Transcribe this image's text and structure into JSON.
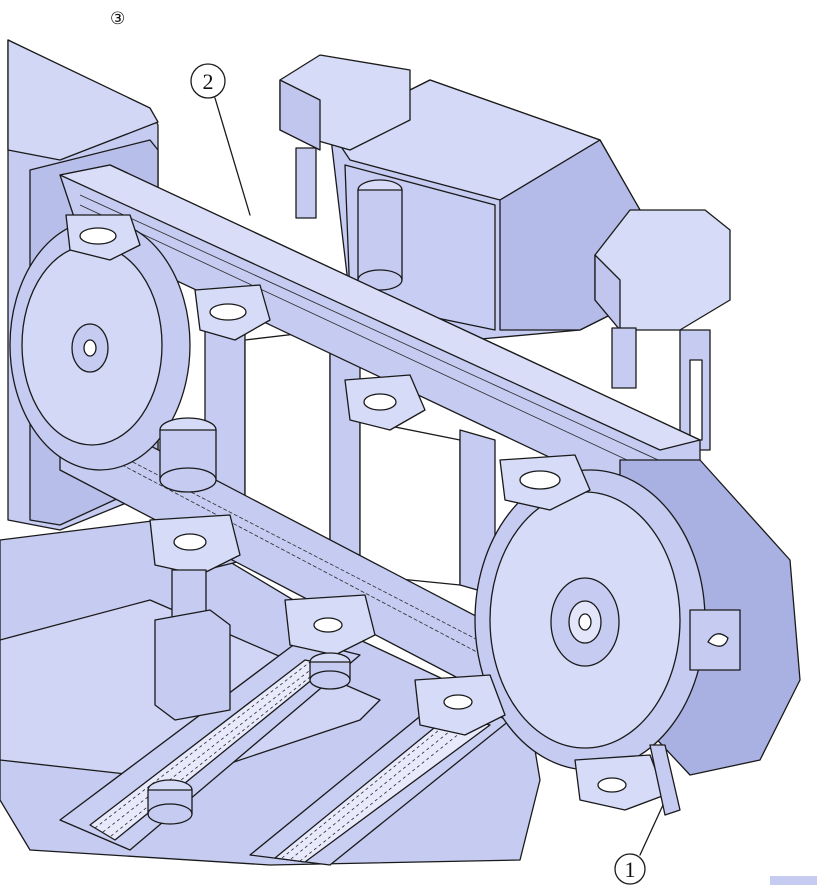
{
  "figure": {
    "loose_marker": "③",
    "callouts": [
      {
        "id": "callout-1",
        "text": "1"
      },
      {
        "id": "callout-2",
        "text": "2"
      }
    ]
  },
  "colors": {
    "body": "#c5cbf1",
    "body_light": "#d6dbf7",
    "body_dark": "#a9b1e2",
    "line": "#1a1a1a",
    "background": "#ffffff"
  }
}
